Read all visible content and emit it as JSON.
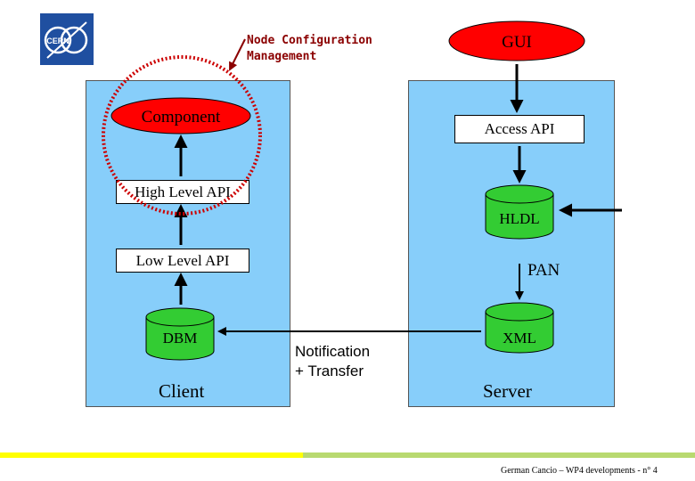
{
  "logo": {
    "text": "CERN",
    "icon": "cern-logo"
  },
  "callout": {
    "line1": "Node Configuration",
    "line2": "Management"
  },
  "client": {
    "component": "Component",
    "high_level_api": "High Level API",
    "low_level_api": "Low Level API",
    "dbm": "DBM",
    "title": "Client"
  },
  "server": {
    "gui": "GUI",
    "access_api": "Access API",
    "hldl": "HLDL",
    "pan": "PAN",
    "xml": "XML",
    "title": "Server"
  },
  "link": {
    "line1": "Notification",
    "line2": "+ Transfer"
  },
  "footer": {
    "text": "German Cancio – WP4 developments - n° 4"
  },
  "colors": {
    "panel": "#87cefa",
    "ellipse_red": "#ff0000",
    "cylinder_green": "#33cc33",
    "dotted_circle": "#cc0000",
    "footer_yellow": "#ffff00",
    "footer_green": "#b8d970",
    "logo_blue": "#1f4fa0"
  }
}
